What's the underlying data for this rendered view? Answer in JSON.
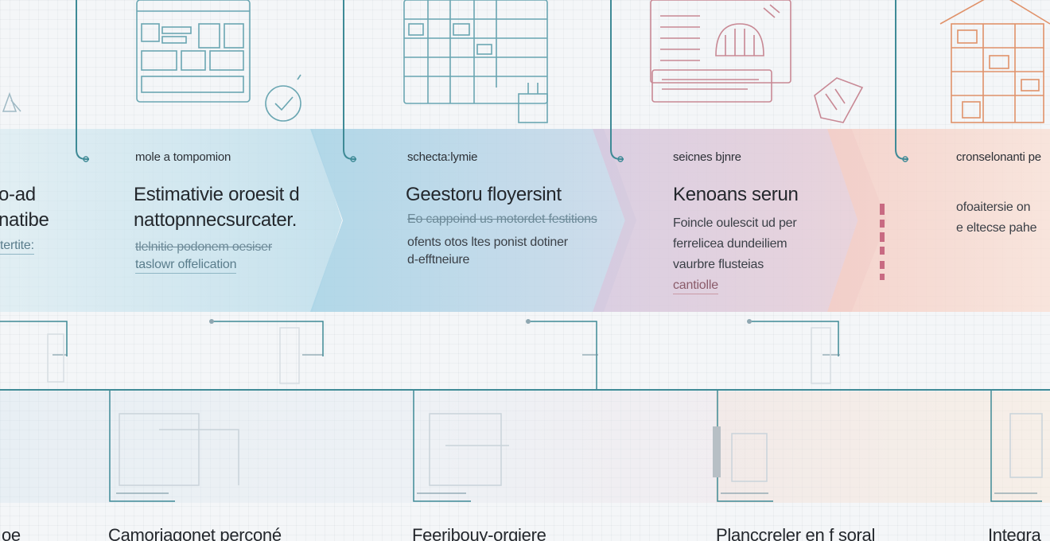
{
  "stages": [
    {
      "small": "",
      "heading_lines": [
        "o-ad",
        "natibe"
      ],
      "sub_lines": [
        "tertite:"
      ]
    },
    {
      "small": "mole a tompomion",
      "heading_lines": [
        "Estimativie oroesit d",
        "nattopnnecsurcater."
      ],
      "sub_lines": [
        "tlelnitie podonem oesiser",
        "taslowr offelication"
      ]
    },
    {
      "small": "schecta:lymie",
      "heading_lines": [
        "Geestoru floyersint"
      ],
      "sub_lines": [
        "Eo cappoind us motordet festitions",
        "ofents otos ltes ponist dotiner",
        "d-efftneiure"
      ]
    },
    {
      "small": "seicnes bjnre",
      "heading_lines": [
        "Kenoans serun"
      ],
      "sub_lines": [
        "Foincle oulescit ud per",
        "ferrelicea dundeiliem",
        "vaurbre flusteias",
        "cantiolle"
      ]
    },
    {
      "small": "cronselonanti pe",
      "heading_lines": [],
      "sub_lines": [
        "ofoaitersie on",
        "e eltecse pahe"
      ]
    }
  ],
  "bottom_labels": [
    "oe",
    "Camoriagonet perconé",
    "Feeribouy-orgiere",
    "Planccreler en f soral",
    "Integra"
  ],
  "colors": {
    "teal": "#3e8a96",
    "accent_pink": "#c86a82",
    "accent_orange": "#e0926a"
  }
}
